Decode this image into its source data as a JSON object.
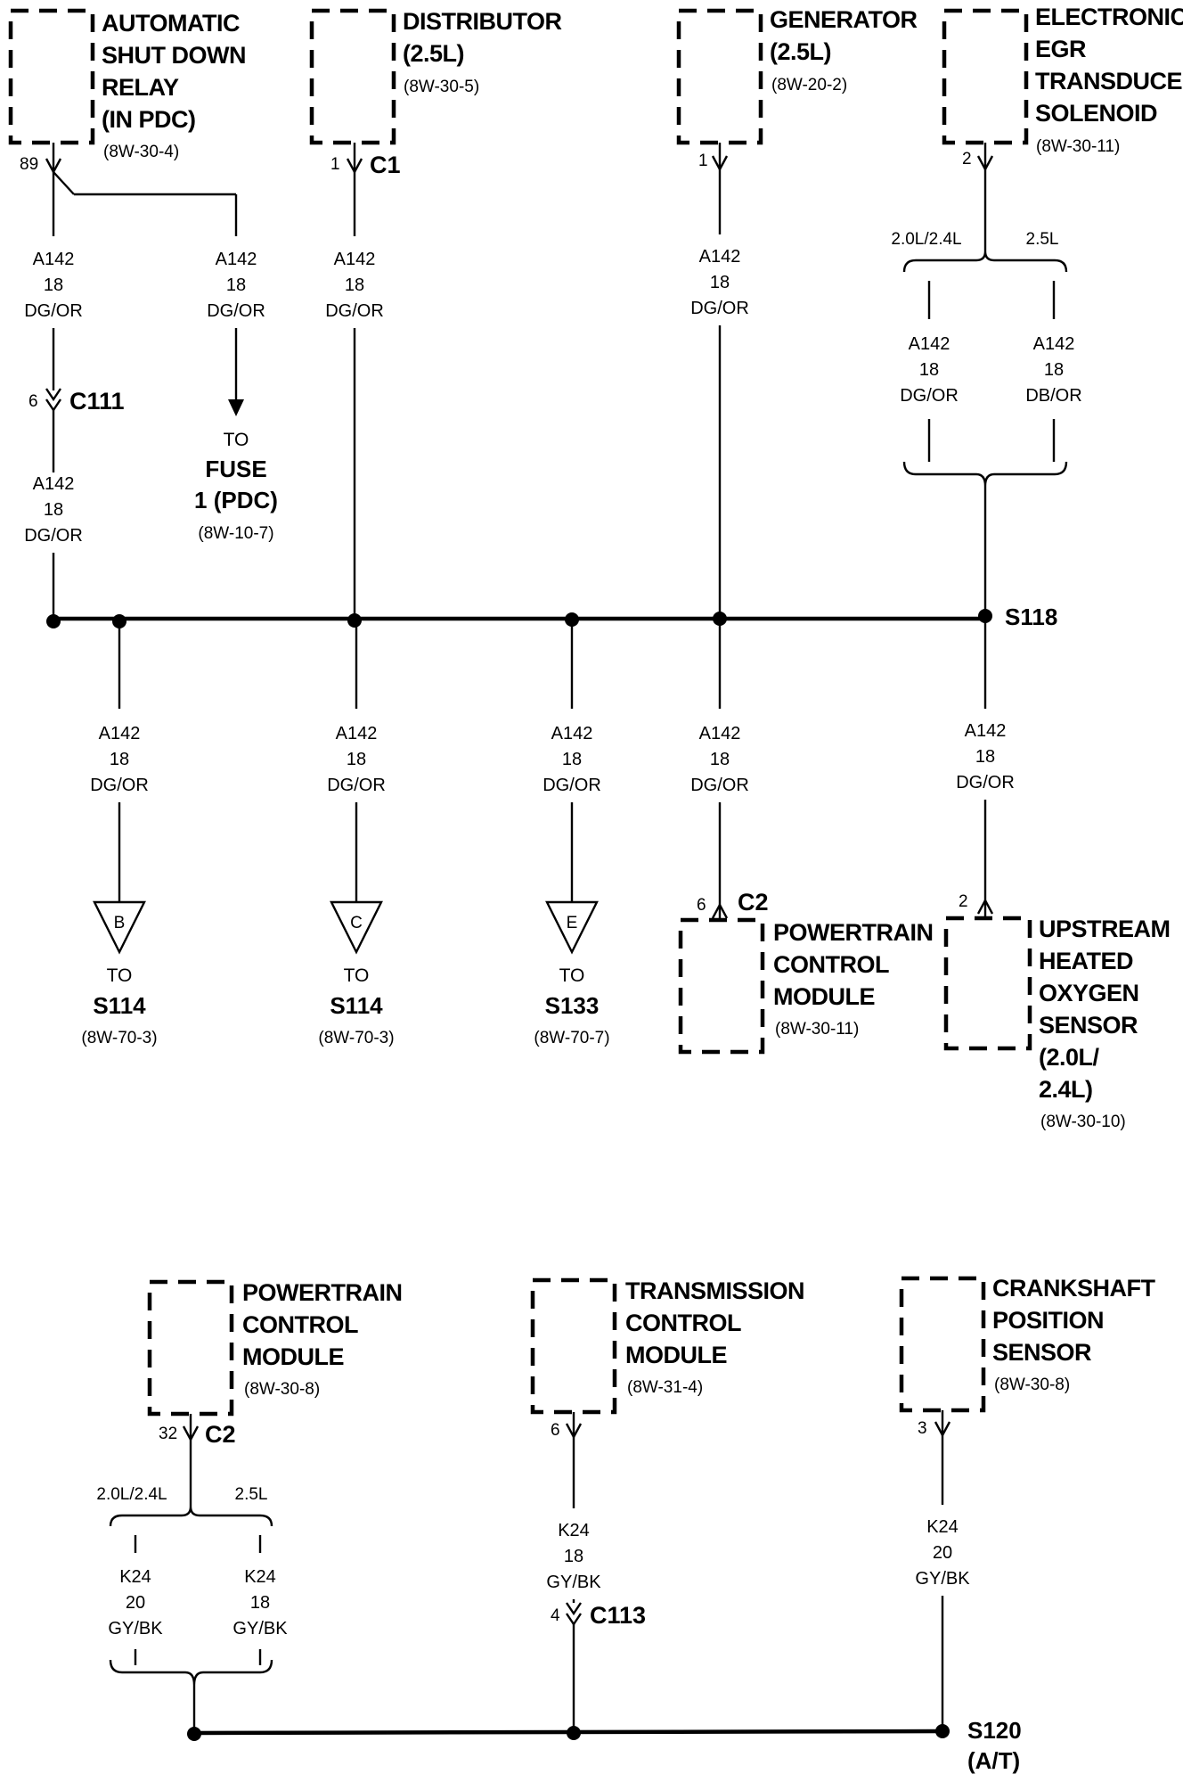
{
  "components": {
    "asd_relay": {
      "name": [
        "AUTOMATIC",
        "SHUT DOWN",
        "RELAY",
        "(IN PDC)"
      ],
      "ref": "(8W-30-4)",
      "pin": "89"
    },
    "distributor": {
      "name": [
        "DISTRIBUTOR",
        "(2.5L)"
      ],
      "ref": "(8W-30-5)",
      "pin": "1",
      "connector": "C1"
    },
    "generator": {
      "name": [
        "GENERATOR",
        "(2.5L)"
      ],
      "ref": "(8W-20-2)",
      "pin": "1"
    },
    "egr": {
      "name": [
        "ELECTRONIC",
        "EGR",
        "TRANSDUCER",
        "SOLENOID"
      ],
      "ref": "(8W-30-11)",
      "pin": "2"
    },
    "pcm_top": {
      "name": [
        "POWERTRAIN",
        "CONTROL",
        "MODULE"
      ],
      "ref": "(8W-30-11)",
      "pin": "6",
      "connector": "C2"
    },
    "o2_sensor": {
      "name": [
        "UPSTREAM",
        "HEATED",
        "OXYGEN",
        "SENSOR",
        "(2.0L/",
        "2.4L)"
      ],
      "ref": "(8W-30-10)",
      "pin": "2"
    },
    "pcm_bottom": {
      "name": [
        "POWERTRAIN",
        "CONTROL",
        "MODULE"
      ],
      "ref": "(8W-30-8)",
      "pin": "32",
      "connector": "C2"
    },
    "tcm": {
      "name": [
        "TRANSMISSION",
        "CONTROL",
        "MODULE"
      ],
      "ref": "(8W-31-4)",
      "pin": "6"
    },
    "ckp": {
      "name": [
        "CRANKSHAFT",
        "POSITION",
        "SENSOR"
      ],
      "ref": "(8W-30-8)",
      "pin": "3"
    }
  },
  "wires": {
    "asd_left_upper": [
      "A142",
      "18",
      "DG/OR"
    ],
    "asd_left_lower": [
      "A142",
      "18",
      "DG/OR"
    ],
    "asd_right": [
      "A142",
      "18",
      "DG/OR"
    ],
    "distributor": [
      "A142",
      "18",
      "DG/OR"
    ],
    "generator": [
      "A142",
      "18",
      "DG/OR"
    ],
    "egr_a": [
      "A142",
      "18",
      "DG/OR"
    ],
    "egr_b": [
      "A142",
      "18",
      "DB/OR"
    ],
    "drop_b": [
      "A142",
      "18",
      "DG/OR"
    ],
    "drop_c": [
      "A142",
      "18",
      "DG/OR"
    ],
    "drop_e": [
      "A142",
      "18",
      "DG/OR"
    ],
    "drop_pcm": [
      "A142",
      "18",
      "DG/OR"
    ],
    "drop_o2": [
      "A142",
      "18",
      "DG/OR"
    ],
    "k24_a": [
      "K24",
      "20",
      "GY/BK"
    ],
    "k24_b": [
      "K24",
      "18",
      "GY/BK"
    ],
    "k24_tcm": [
      "K24",
      "18",
      "GY/BK"
    ],
    "k24_ckp": [
      "K24",
      "20",
      "GY/BK"
    ]
  },
  "inline_connectors": {
    "c111": {
      "pin": "6",
      "label": "C111"
    },
    "c113": {
      "pin": "4",
      "label": "C113"
    }
  },
  "options": {
    "a": "2.0L/2.4L",
    "b": "2.5L"
  },
  "fuse_ref": {
    "to": "TO",
    "line1": "FUSE",
    "line2": "1 (PDC)",
    "ref": "(8W-10-7)"
  },
  "offpage": {
    "b": {
      "letter": "B",
      "to": "TO",
      "dest": "S114",
      "ref": "(8W-70-3)"
    },
    "c": {
      "letter": "C",
      "to": "TO",
      "dest": "S114",
      "ref": "(8W-70-3)"
    },
    "e": {
      "letter": "E",
      "to": "TO",
      "dest": "S133",
      "ref": "(8W-70-7)"
    }
  },
  "splices": {
    "s118": {
      "label": "S118"
    },
    "s120": {
      "label": "S120",
      "sub": "(A/T)"
    }
  }
}
